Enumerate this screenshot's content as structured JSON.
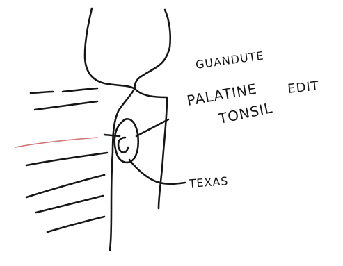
{
  "labels": {
    "top_label": "GUANDUTE",
    "label_palatine": "PALATINE",
    "label_edit": "EDIT",
    "label_tonsil": "TONSIL",
    "label_bottom": "TEXAS"
  },
  "colors": {
    "ink": "#161616",
    "accent_stroke": "#c24a4a",
    "background": "#ffffff"
  }
}
